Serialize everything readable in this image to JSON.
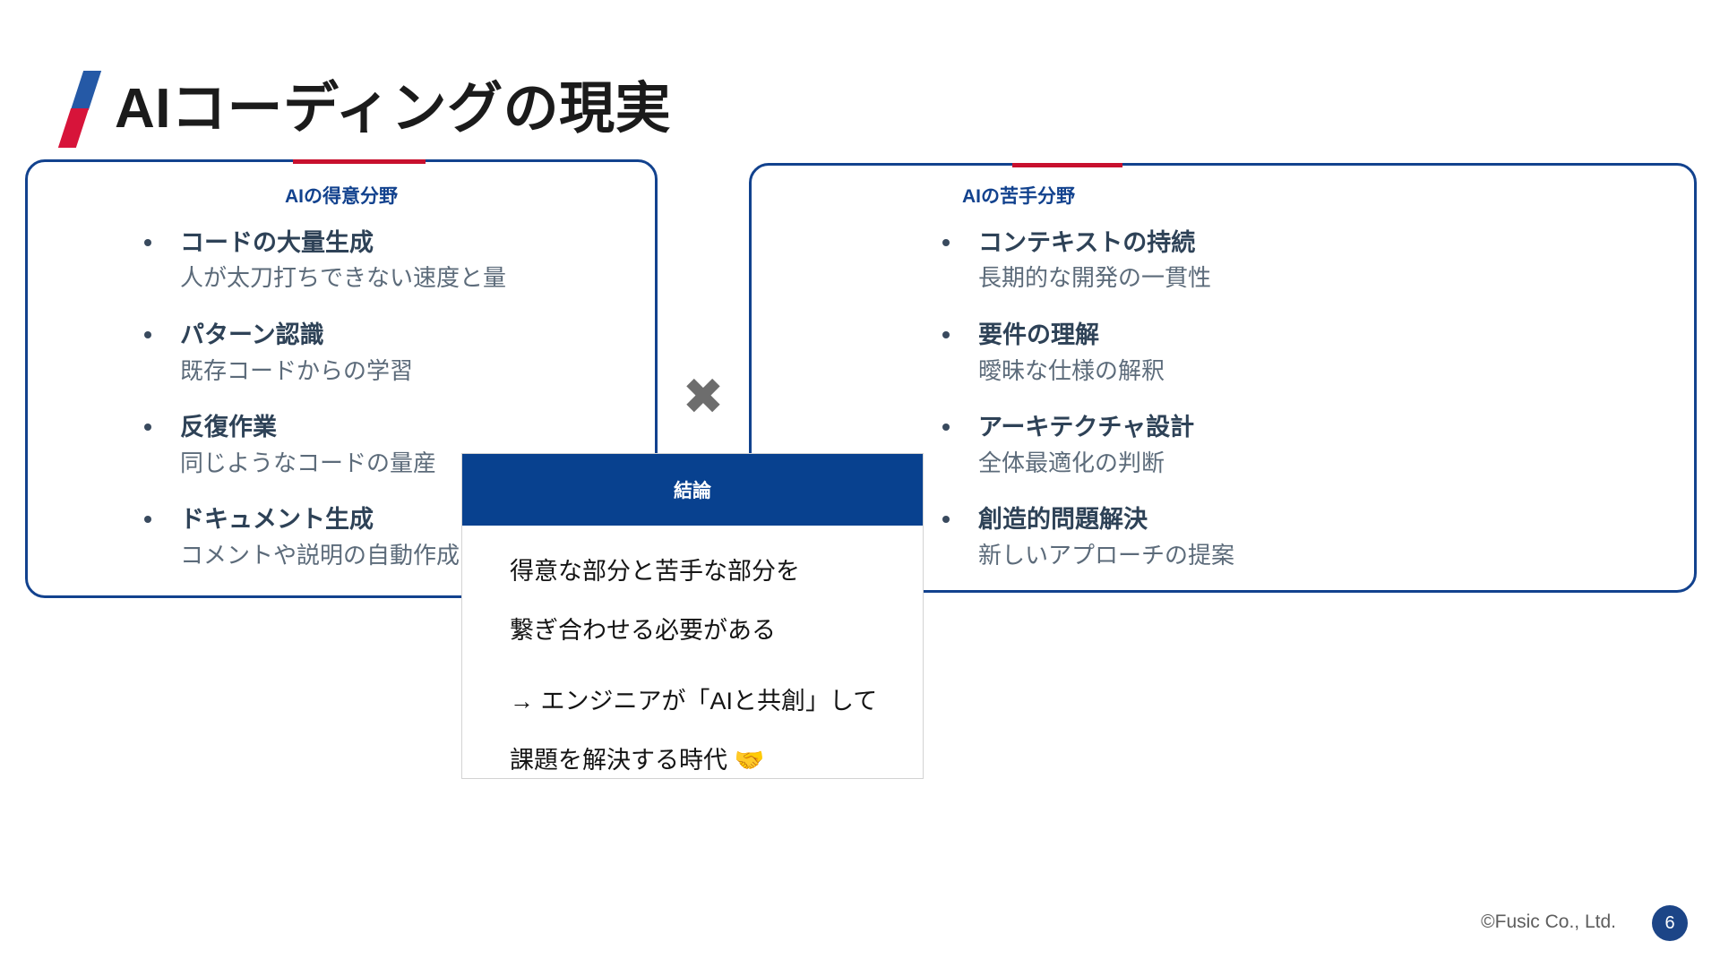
{
  "slide": {
    "title": "AIコーディングの現実",
    "logo_icon": "fusic-slash-logo-icon",
    "accent_blue": "#12428e",
    "accent_red": "#c8102e",
    "header_blue": "#08418f"
  },
  "left_card": {
    "title": "AIの得意分野",
    "items": [
      {
        "head": "コードの大量生成",
        "sub": "人が太刀打ちできない速度と量"
      },
      {
        "head": "パターン認識",
        "sub": "既存コードからの学習"
      },
      {
        "head": "反復作業",
        "sub": "同じようなコードの量産"
      },
      {
        "head": "ドキュメント生成",
        "sub": "コメントや説明の自動作成"
      }
    ]
  },
  "right_card": {
    "title": "AIの苦手分野",
    "items": [
      {
        "head": "コンテキストの持続",
        "sub": "長期的な開発の一貫性"
      },
      {
        "head": "要件の理解",
        "sub": "曖昧な仕様の解釈"
      },
      {
        "head": "アーキテクチャ設計",
        "sub": "全体最適化の判断"
      },
      {
        "head": "創造的問題解決",
        "sub": "新しいアプローチの提案"
      }
    ]
  },
  "divider": {
    "symbol": "✖",
    "icon": "cross-multiply-icon"
  },
  "conclusion": {
    "header": "結論",
    "line1": "得意な部分と苦手な部分を",
    "line2": "繋ぎ合わせる必要がある",
    "line3": "→ エンジニアが「AIと共創」して",
    "line4": "課題を解決する時代",
    "emoji": "🤝"
  },
  "footer": {
    "copyright": "©Fusic Co., Ltd.",
    "page_number": "6"
  }
}
